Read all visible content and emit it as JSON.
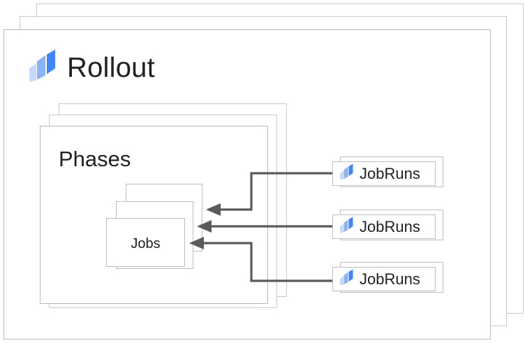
{
  "diagram": {
    "title": "Rollout",
    "logo_icon": "rollout-logo-icon",
    "colors": {
      "logo_light": "#c5d9fb",
      "logo_mid": "#8ab2f5",
      "logo_dark": "#4285f4",
      "frame_border": "#b8b8b8",
      "card_border": "#bdbdbd",
      "arrow": "#5a5a5a",
      "text": "#202124",
      "background": "#ffffff"
    },
    "outer_stack": {
      "name": "rollout-frame-stack",
      "layers": 3
    },
    "phases": {
      "title": "Phases",
      "stack_layers": 3
    },
    "jobs": {
      "label": "Jobs",
      "stack_layers": 3
    },
    "jobruns": [
      {
        "label": "JobRuns",
        "icon": "rollout-logo-icon"
      },
      {
        "label": "JobRuns",
        "icon": "rollout-logo-icon"
      },
      {
        "label": "JobRuns",
        "icon": "rollout-logo-icon"
      }
    ],
    "connectors": [
      {
        "name": "jobrun-1-to-jobs",
        "style": "elbow-up",
        "direction": "right-to-left"
      },
      {
        "name": "jobrun-2-to-jobs",
        "style": "straight",
        "direction": "right-to-left"
      },
      {
        "name": "jobrun-3-to-jobs",
        "style": "elbow-down",
        "direction": "right-to-left"
      }
    ]
  }
}
